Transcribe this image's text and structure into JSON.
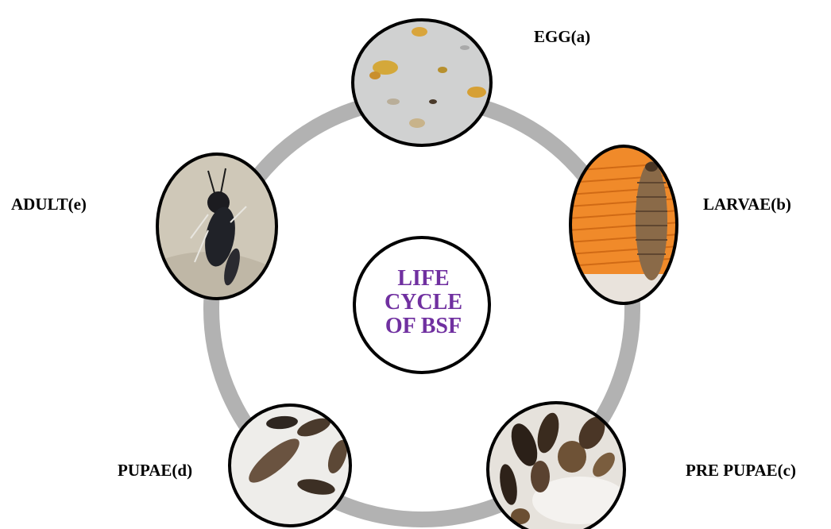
{
  "center": {
    "title": "LIFE\nCYCLE\nOF BSF",
    "color": "#7030a0"
  },
  "ring_color": "#b2b2b2",
  "stages": [
    {
      "id": "egg",
      "label": "EGG(a)",
      "photo": "scattered yellowish eggs on grey paper"
    },
    {
      "id": "larvae",
      "label": "LARVAE(b)",
      "photo": "segmented brown larva on orange bristles"
    },
    {
      "id": "prepupae",
      "label": "PRE PUPAE(c)",
      "photo": "dark brown pre-pupae in a white dish"
    },
    {
      "id": "pupae",
      "label": "PUPAE(d)",
      "photo": "several dark brown pupae on white background"
    },
    {
      "id": "adult",
      "label": "ADULT(e)",
      "photo": "black adult fly on beige surface"
    }
  ]
}
